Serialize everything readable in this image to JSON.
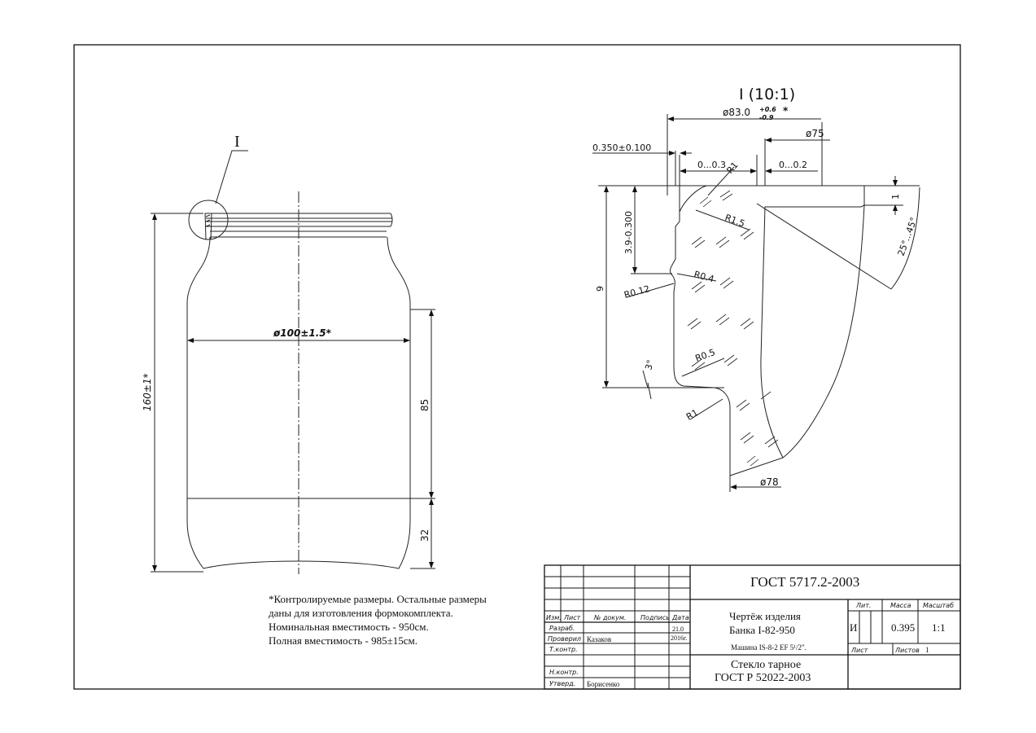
{
  "left_view": {
    "detail_marker": "I",
    "dim_diameter": "ø100±1.5*",
    "dim_height": "160±1*",
    "dim_85": "85",
    "dim_32": "32"
  },
  "detail_view": {
    "title": "I (10:1)",
    "dim_d83_base": "ø83.0",
    "dim_d83_tol_plus": "+0.6",
    "dim_d83_tol_minus": "-0.9",
    "dim_d83_star": "*",
    "dim_d75": "ø75",
    "dim_0350": "0.350±0.100",
    "dim_0_03": "0...0.3",
    "dim_0_02": "0...0.2",
    "dim_r1_top": "R1",
    "dim_r15": "R1.5",
    "dim_1": "1",
    "dim_angle": "25°...45°",
    "dim_39_03": "3.9-0.300",
    "dim_r04": "R0.4",
    "dim_r012": "R0.12",
    "dim_9": "9",
    "dim_r05": "R0.5",
    "dim_3deg": "3°",
    "dim_r1_bottom": "R1",
    "dim_d78": "ø78"
  },
  "notes": [
    "*Контролируемые размеры. Остальные размеры",
    "даны для изготовления формокомплекта.",
    "Номинальная вместимость - 950см.",
    "Полная вместимость - 985±15см."
  ],
  "title_block": {
    "code": "ГОСТ 5717.2-2003",
    "drawing_title_1": "Чертёж изделия",
    "drawing_title_2": "Банка  I-82-950",
    "machine": "Машина IS-8-2 EF 5¹/2\".",
    "material_1": "Стекло тарное",
    "material_2": "ГОСТ Р 52022-2003",
    "header_izm": "Изм.",
    "header_list": "Лист",
    "header_doc": "№ докум.",
    "header_sign": "Подпись",
    "header_date": "Дата",
    "roles": [
      "Разраб.",
      "Проверил",
      "Т.контр.",
      "",
      "Н.контр.",
      "Утверд."
    ],
    "names": [
      "",
      "Казаков",
      "",
      "",
      "",
      "Борисенко"
    ],
    "dates": [
      "21.0",
      "2016г.",
      "",
      "",
      "",
      ""
    ],
    "lit_label": "Лит.",
    "mass_label": "Масса",
    "scale_label": "Масштаб",
    "lit_value": "И",
    "mass_value": "0.395",
    "scale_value": "1:1",
    "sheet_label": "Лист",
    "sheets_label": "Листов",
    "sheets_value": "1"
  }
}
